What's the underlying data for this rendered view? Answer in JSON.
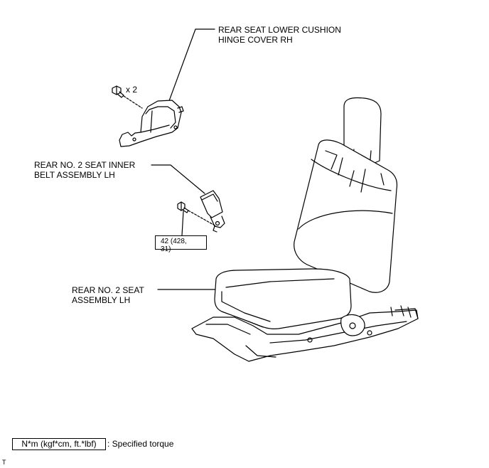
{
  "labels": {
    "hinge_cover": [
      "REAR SEAT LOWER CUSHION",
      "HINGE COVER RH"
    ],
    "belt": [
      "REAR NO. 2 SEAT INNER",
      "BELT ASSEMBLY LH"
    ],
    "seat": [
      "REAR NO. 2 SEAT",
      "ASSEMBLY LH"
    ]
  },
  "bolt_qty": "x 2",
  "torque_value": [
    "42 (428,",
    "31)"
  ],
  "legend": {
    "unit_box": "N*m (kgf*cm, ft.*lbf)",
    "description": ": Specified torque"
  },
  "corner_mark": "T"
}
